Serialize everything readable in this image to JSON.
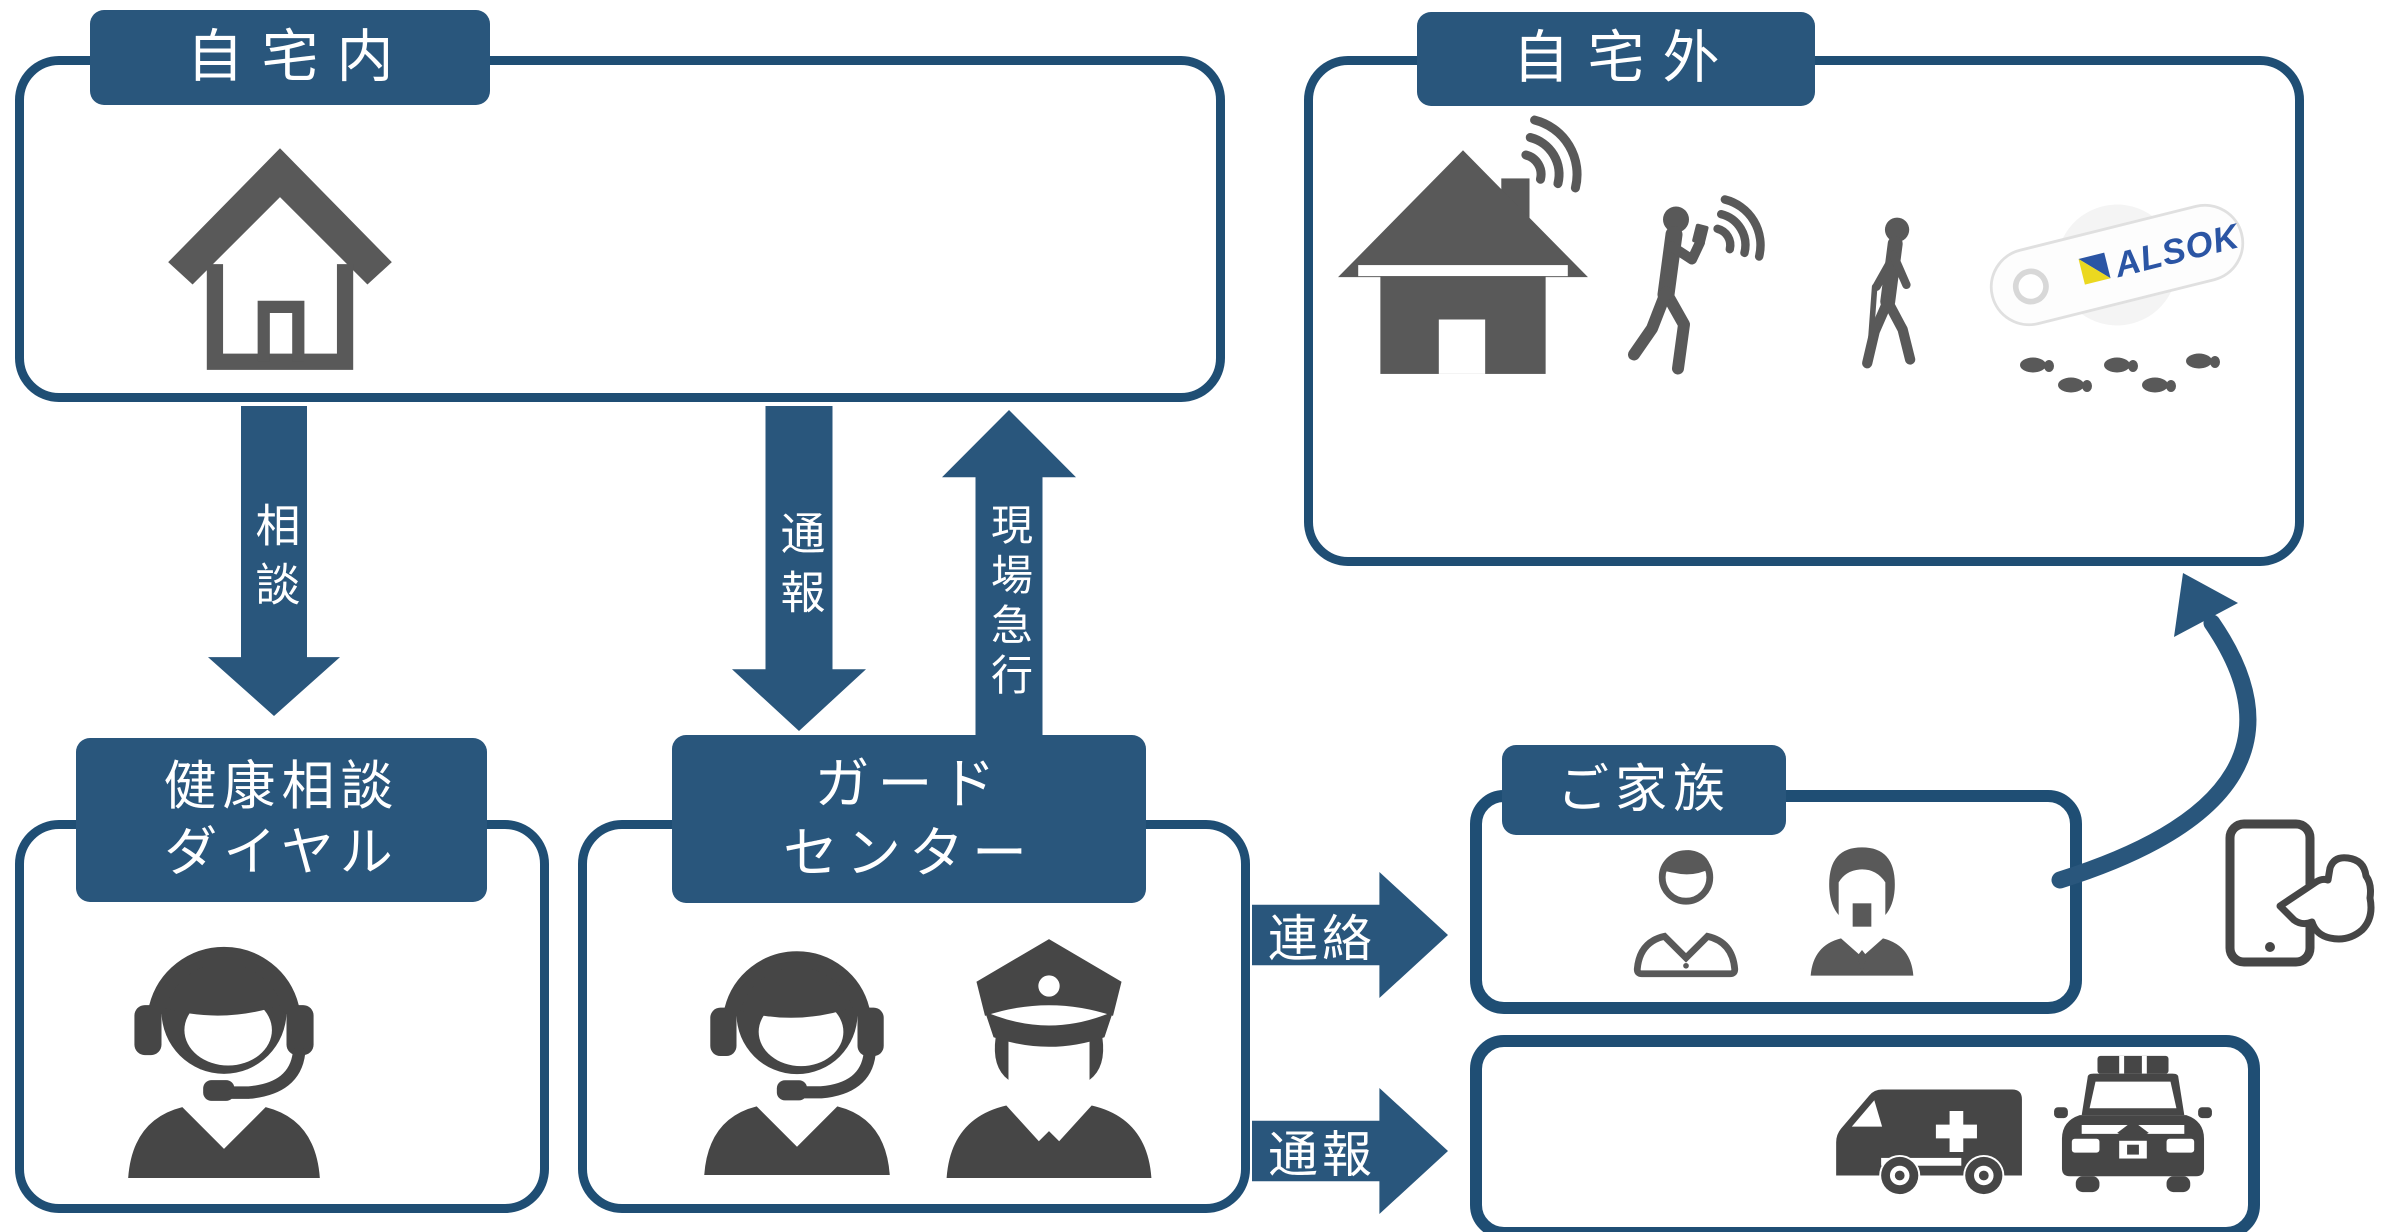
{
  "canvas": {
    "background": "#ffffff"
  },
  "colors": {
    "navy": "#29567c",
    "navy_border": "#1f4e74",
    "icon_gray": "#595959",
    "icon_dark": "#464646",
    "white": "#ffffff",
    "alsok_blue": "#2b55a4",
    "alsok_yellow": "#ebd820"
  },
  "zones": {
    "home_inside": {
      "label": "自宅内"
    },
    "home_outside": {
      "label": "自宅外"
    },
    "health_dial": {
      "line1": "健康相談",
      "line2": "ダイヤル"
    },
    "guard_center": {
      "line1": "ガード",
      "line2": "センター"
    },
    "family": {
      "label": "ご家族"
    }
  },
  "arrows": {
    "consult": {
      "label": "相談",
      "direction": "down"
    },
    "report": {
      "label": "通報",
      "direction": "down"
    },
    "rush": {
      "label": "現場急行",
      "direction": "up"
    },
    "contact": {
      "label": "連絡",
      "direction": "right"
    },
    "report2": {
      "label": "通報",
      "direction": "right"
    }
  },
  "device": {
    "brand": "ALSOK"
  }
}
